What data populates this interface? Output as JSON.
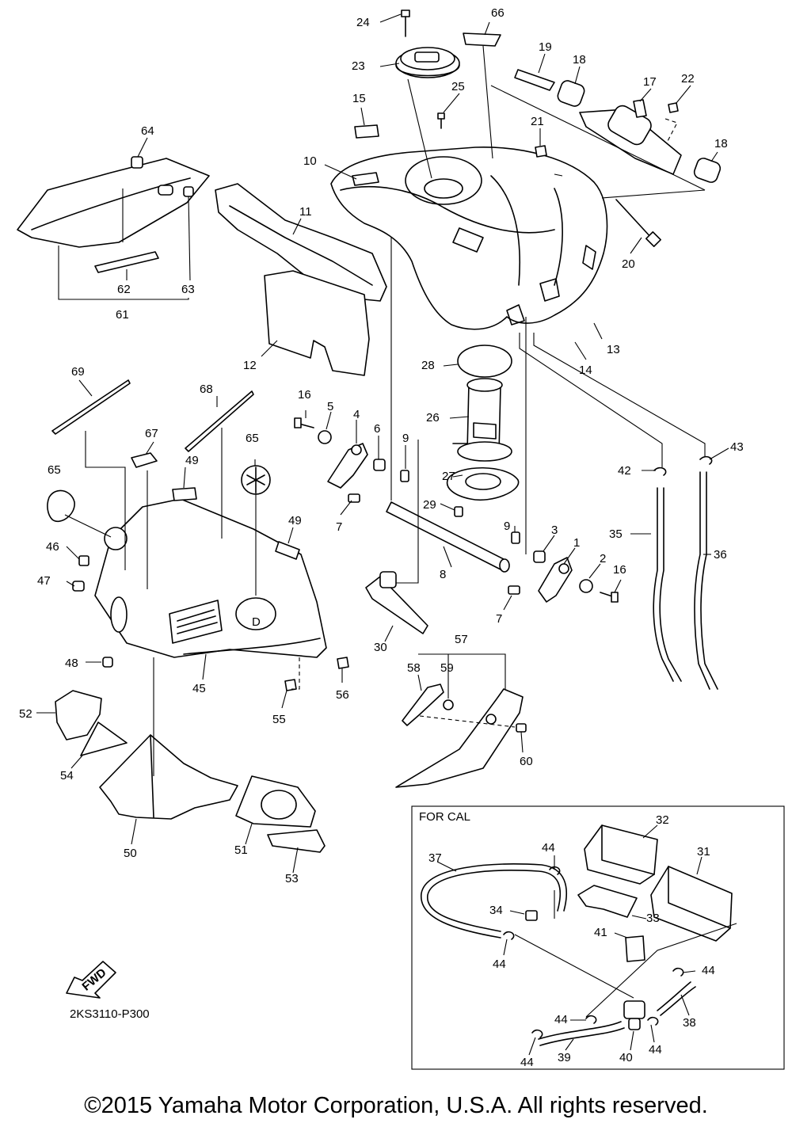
{
  "diagram": {
    "callouts": [
      {
        "id": "1",
        "label": "1"
      },
      {
        "id": "2",
        "label": "2"
      },
      {
        "id": "3",
        "label": "3"
      },
      {
        "id": "4",
        "label": "4"
      },
      {
        "id": "5",
        "label": "5"
      },
      {
        "id": "6",
        "label": "6"
      },
      {
        "id": "7a",
        "label": "7"
      },
      {
        "id": "7b",
        "label": "7"
      },
      {
        "id": "8",
        "label": "8"
      },
      {
        "id": "9a",
        "label": "9"
      },
      {
        "id": "9b",
        "label": "9"
      },
      {
        "id": "10",
        "label": "10"
      },
      {
        "id": "11",
        "label": "11"
      },
      {
        "id": "12",
        "label": "12"
      },
      {
        "id": "13",
        "label": "13"
      },
      {
        "id": "14",
        "label": "14"
      },
      {
        "id": "15",
        "label": "15"
      },
      {
        "id": "16a",
        "label": "16"
      },
      {
        "id": "16b",
        "label": "16"
      },
      {
        "id": "17",
        "label": "17"
      },
      {
        "id": "18a",
        "label": "18"
      },
      {
        "id": "18b",
        "label": "18"
      },
      {
        "id": "19",
        "label": "19"
      },
      {
        "id": "20",
        "label": "20"
      },
      {
        "id": "21",
        "label": "21"
      },
      {
        "id": "22",
        "label": "22"
      },
      {
        "id": "23",
        "label": "23"
      },
      {
        "id": "24",
        "label": "24"
      },
      {
        "id": "25",
        "label": "25"
      },
      {
        "id": "26",
        "label": "26"
      },
      {
        "id": "27",
        "label": "27"
      },
      {
        "id": "28",
        "label": "28"
      },
      {
        "id": "29",
        "label": "29"
      },
      {
        "id": "30",
        "label": "30"
      },
      {
        "id": "31",
        "label": "31"
      },
      {
        "id": "32",
        "label": "32"
      },
      {
        "id": "33",
        "label": "33"
      },
      {
        "id": "34",
        "label": "34"
      },
      {
        "id": "35",
        "label": "35"
      },
      {
        "id": "36",
        "label": "36"
      },
      {
        "id": "37",
        "label": "37"
      },
      {
        "id": "38",
        "label": "38"
      },
      {
        "id": "39",
        "label": "39"
      },
      {
        "id": "40",
        "label": "40"
      },
      {
        "id": "41",
        "label": "41"
      },
      {
        "id": "42",
        "label": "42"
      },
      {
        "id": "43",
        "label": "43"
      },
      {
        "id": "44a",
        "label": "44"
      },
      {
        "id": "44b",
        "label": "44"
      },
      {
        "id": "44c",
        "label": "44"
      },
      {
        "id": "44d",
        "label": "44"
      },
      {
        "id": "44e",
        "label": "44"
      },
      {
        "id": "44f",
        "label": "44"
      },
      {
        "id": "45",
        "label": "45"
      },
      {
        "id": "46",
        "label": "46"
      },
      {
        "id": "47",
        "label": "47"
      },
      {
        "id": "48",
        "label": "48"
      },
      {
        "id": "49a",
        "label": "49"
      },
      {
        "id": "49b",
        "label": "49"
      },
      {
        "id": "50",
        "label": "50"
      },
      {
        "id": "51",
        "label": "51"
      },
      {
        "id": "52",
        "label": "52"
      },
      {
        "id": "53",
        "label": "53"
      },
      {
        "id": "54",
        "label": "54"
      },
      {
        "id": "55",
        "label": "55"
      },
      {
        "id": "56",
        "label": "56"
      },
      {
        "id": "57",
        "label": "57"
      },
      {
        "id": "58",
        "label": "58"
      },
      {
        "id": "59",
        "label": "59"
      },
      {
        "id": "60",
        "label": "60"
      },
      {
        "id": "61",
        "label": "61"
      },
      {
        "id": "62",
        "label": "62"
      },
      {
        "id": "63",
        "label": "63"
      },
      {
        "id": "64",
        "label": "64"
      },
      {
        "id": "65a",
        "label": "65"
      },
      {
        "id": "65b",
        "label": "65"
      },
      {
        "id": "66",
        "label": "66"
      },
      {
        "id": "67",
        "label": "67"
      },
      {
        "id": "68",
        "label": "68"
      },
      {
        "id": "69",
        "label": "69"
      }
    ],
    "inset_title": "FOR CAL",
    "fwd_label": "FWD",
    "tank_emblem_letter": "D",
    "diagram_code": "2KS3110-P300",
    "copyright": "©2015 Yamaha Motor Corporation, U.S.A. All rights reserved."
  }
}
